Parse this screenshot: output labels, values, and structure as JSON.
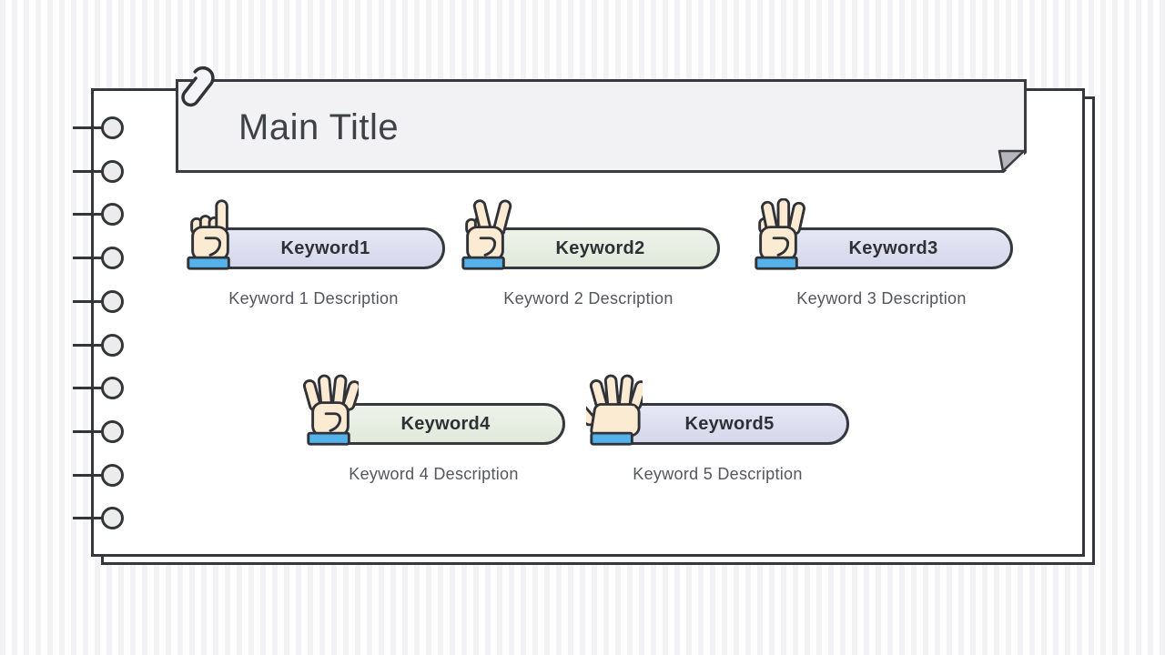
{
  "slide": {
    "title": "Main Title",
    "keywords": [
      {
        "label": "Keyword1",
        "description": "Keyword 1 Description",
        "fingers": 1,
        "style": "lavender"
      },
      {
        "label": "Keyword2",
        "description": "Keyword 2 Description",
        "fingers": 2,
        "style": "green"
      },
      {
        "label": "Keyword3",
        "description": "Keyword 3 Description",
        "fingers": 3,
        "style": "lavender"
      },
      {
        "label": "Keyword4",
        "description": "Keyword 4 Description",
        "fingers": 4,
        "style": "green"
      },
      {
        "label": "Keyword5",
        "description": "Keyword 5 Description",
        "fingers": 5,
        "style": "lavender"
      }
    ],
    "colors": {
      "outline": "#303237",
      "skin": "#fcebd3",
      "cuff_blue": "#55b1e9",
      "lavender_top": "#e6e7f4",
      "lavender_bottom": "#d5d7eb",
      "green_top": "#eef3ea",
      "green_bottom": "#e0e9da",
      "banner_bg": "#f2f2f4",
      "fold_gray": "#b5b7bd",
      "title_color": "#3f4147",
      "desc_color": "#54565b",
      "label_color": "#2e3036"
    }
  }
}
